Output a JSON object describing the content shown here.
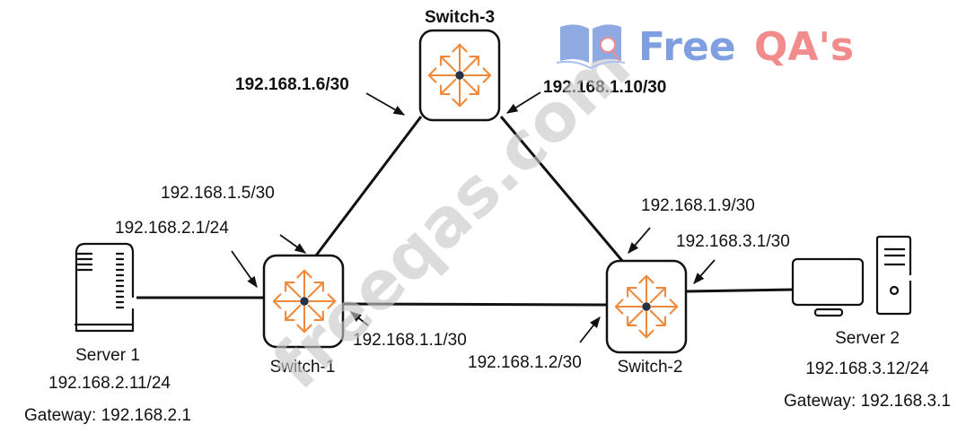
{
  "diagram": {
    "nodes": {
      "switch1": {
        "name": "Switch-1"
      },
      "switch2": {
        "name": "Switch-2"
      },
      "switch3": {
        "name": "Switch-3"
      },
      "server1": {
        "name": "Server 1",
        "ip": "192.168.2.11/24",
        "gateway": "Gateway: 192.168.2.1"
      },
      "server2": {
        "name": "Server 2",
        "ip": "192.168.3.12/24",
        "gateway": "Gateway: 192.168.3.1"
      }
    },
    "interfaces": {
      "sw1_to_server1": "192.168.2.1/24",
      "sw1_to_sw3": "192.168.1.5/30",
      "sw1_to_sw2": "192.168.1.1/30",
      "sw2_to_sw1": "192.168.1.2/30",
      "sw2_to_sw3": "192.168.1.9/30",
      "sw2_to_server2": "192.168.3.1/30",
      "sw3_to_sw1": "192.168.1.6/30",
      "sw3_to_sw2": "192.168.1.10/30"
    },
    "links": [
      {
        "from": "Server 1",
        "to": "Switch-1"
      },
      {
        "from": "Switch-1",
        "to": "Switch-2"
      },
      {
        "from": "Switch-1",
        "to": "Switch-3"
      },
      {
        "from": "Switch-3",
        "to": "Switch-2"
      },
      {
        "from": "Switch-2",
        "to": "Server 2"
      }
    ],
    "icons": {
      "switch": "layer3-switch-icon",
      "server1": "rack-server-icon",
      "server2": "desktop-tower-icon"
    }
  },
  "watermark": {
    "logo_part1": "Free",
    "logo_part2": "QA's",
    "diagonal_text": "freeqas.com",
    "colors": {
      "blue": "#7f9fe0",
      "red": "#f28b8b",
      "gray": "#c8c8c8"
    }
  },
  "colors": {
    "switch_arrows": "#ef8a3c",
    "line": "#111111"
  }
}
